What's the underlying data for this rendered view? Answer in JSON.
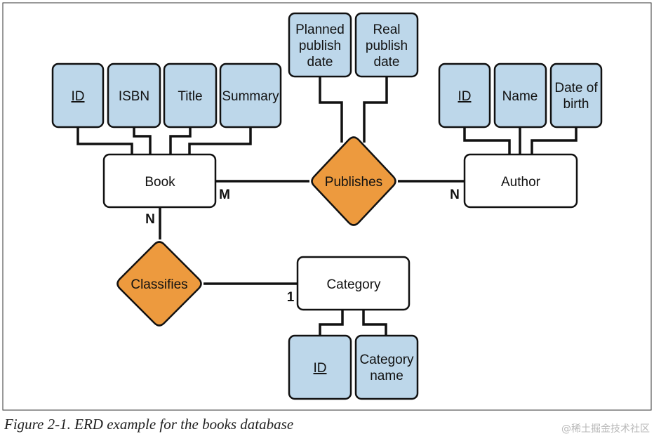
{
  "colors": {
    "attribute_fill": "#bdd7ea",
    "relationship_fill": "#ed9a3e",
    "entity_fill": "#ffffff",
    "stroke": "#111111"
  },
  "diagram": {
    "entities": {
      "book": "Book",
      "author": "Author",
      "category": "Category"
    },
    "relationships": {
      "publishes": "Publishes",
      "classifies": "Classifies"
    },
    "attributes": {
      "book_id": "ID",
      "book_isbn": "ISBN",
      "book_title": "Title",
      "book_summary": "Summary",
      "planned_publish_date": [
        "Planned",
        "publish",
        "date"
      ],
      "real_publish_date": [
        "Real",
        "publish",
        "date"
      ],
      "author_id": "ID",
      "author_name": "Name",
      "author_dob": [
        "Date of",
        "birth"
      ],
      "category_id": "ID",
      "category_name": [
        "Category",
        "name"
      ]
    },
    "cardinalities": {
      "book_publishes": "M",
      "author_publishes": "N",
      "book_classifies": "N",
      "category_classifies": "1"
    }
  },
  "caption": "Figure 2-1. ERD example for the books database",
  "watermark": "@稀土掘金技术社区"
}
